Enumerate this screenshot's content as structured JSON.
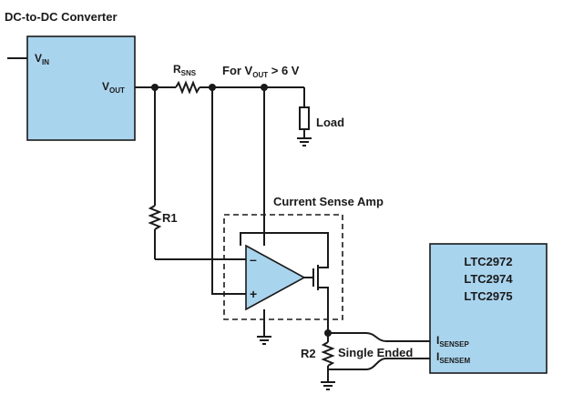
{
  "title": "DC-to-DC Converter",
  "converter": {
    "vin_main": "V",
    "vin_sub": "IN",
    "vout_main": "V",
    "vout_sub": "OUT"
  },
  "rsns": {
    "main": "R",
    "sub": "SNS"
  },
  "note": {
    "prefix": "For V",
    "sub": "OUT",
    "suffix": " > 6 V"
  },
  "load_label": "Load",
  "r1_label": "R1",
  "r2_label": "R2",
  "amp_title": "Current Sense Amp",
  "amp_minus": "–",
  "amp_plus": "+",
  "single_ended": "Single Ended",
  "chip": {
    "names": [
      "LTC2972",
      "LTC2974",
      "LTC2975"
    ],
    "pin1_main": "I",
    "pin1_sub": "SENSEP",
    "pin2_main": "I",
    "pin2_sub": "SENSEM"
  },
  "colors": {
    "block_fill": "#a9d4ee",
    "line": "#1a1a1a"
  }
}
